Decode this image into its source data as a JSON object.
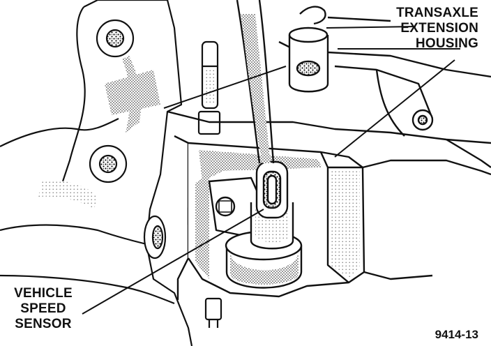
{
  "labels": {
    "transaxle_extension_housing": [
      "TRANSAXLE",
      "EXTENSION",
      "HOUSING"
    ],
    "vehicle_speed_sensor": [
      "VEHICLE",
      "SPEED",
      "SENSOR"
    ]
  },
  "figure_id": "9414-13"
}
